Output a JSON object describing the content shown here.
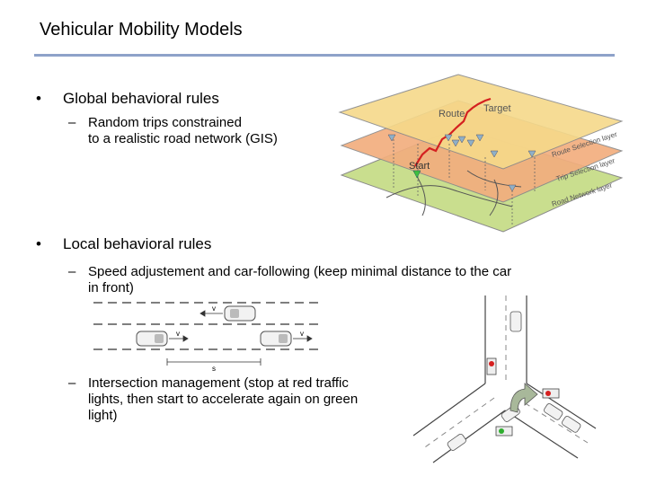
{
  "slide": {
    "title": "Vehicular Mobility Models",
    "bullet1": "Global behavioral rules",
    "bullet1_sub": [
      "Random trips constrained",
      "to a realistic road network (GIS)"
    ],
    "bullet2": "Local behavioral rules",
    "bullet2_sub1": [
      "Speed adjustement and car-following (keep minimal distance to the car",
      "in front)"
    ],
    "bullet2_sub2": [
      "Intersection management (stop at red traffic",
      "lights, then start to accelerate again on green",
      "light)"
    ],
    "bullet_symbol": "•",
    "dash_symbol": "–"
  },
  "layers_figure": {
    "route": "Route",
    "target": "Target",
    "start": "Start",
    "route_layer": "Route Selection layer",
    "trip_layer": "Trip Selection layer",
    "road_layer": "Road Network layer"
  },
  "carfollow_figure": {
    "v_label": "v",
    "s_label": "s"
  },
  "colors": {
    "title_rule": "#8ea2c9",
    "route_layer": "#f6d98a",
    "trip_layer": "#f2ae7e",
    "road_layer": "#c9de8e",
    "route_line": "#d42020"
  }
}
